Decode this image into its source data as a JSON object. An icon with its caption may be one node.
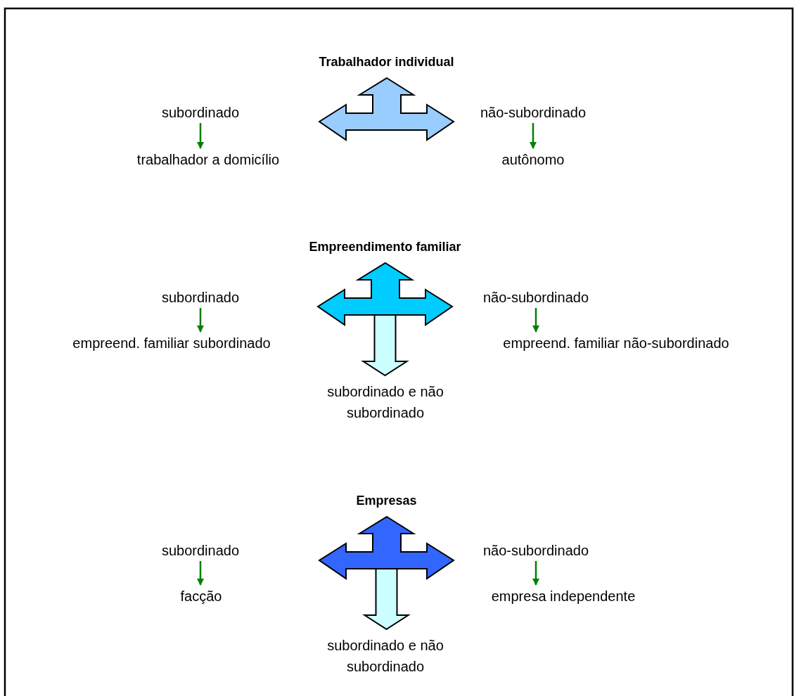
{
  "diagram": {
    "nodes": [
      {
        "text": [
          "Trabalhador individual"
        ]
      },
      {
        "text": [
          "subordinado"
        ]
      },
      {
        "text": [
          "trabalhador a domicílio"
        ]
      },
      {
        "text": [
          "não-subordinado"
        ]
      },
      {
        "text": [
          "autônomo"
        ]
      },
      {
        "text": [
          "Empreendimento familiar"
        ]
      },
      {
        "text": [
          "subordinado"
        ]
      },
      {
        "text": [
          "empreend. familiar subordinado"
        ]
      },
      {
        "text": [
          "não-subordinado"
        ]
      },
      {
        "text": [
          "empreend. familiar não-subordinado"
        ]
      },
      {
        "text": [
          "subordinado e não subordinado"
        ]
      },
      {
        "text": [
          "Empresas"
        ]
      },
      {
        "text": [
          "subordinado"
        ]
      },
      {
        "text": [
          "facção"
        ]
      },
      {
        "text": [
          "não-subordinado"
        ]
      },
      {
        "text": [
          "empresa independente"
        ]
      },
      {
        "text": [
          "subordinado e não subordinado"
        ]
      }
    ],
    "edges": [
      {
        "from": 1,
        "to": 2,
        "arrow": "to"
      },
      {
        "from": 3,
        "to": 4,
        "arrow": "to"
      },
      {
        "from": 6,
        "to": 7,
        "arrow": "to"
      },
      {
        "from": 8,
        "to": 9,
        "arrow": "to"
      },
      {
        "from": 5,
        "to": 10,
        "arrow": "to",
        "style": "thick",
        "color": "#ccffff"
      },
      {
        "from": 12,
        "to": 13,
        "arrow": "to"
      },
      {
        "from": 14,
        "to": 15,
        "arrow": "to"
      },
      {
        "from": 11,
        "to": 16,
        "arrow": "to",
        "style": "thick",
        "color": "#ccffff"
      }
    ]
  }
}
